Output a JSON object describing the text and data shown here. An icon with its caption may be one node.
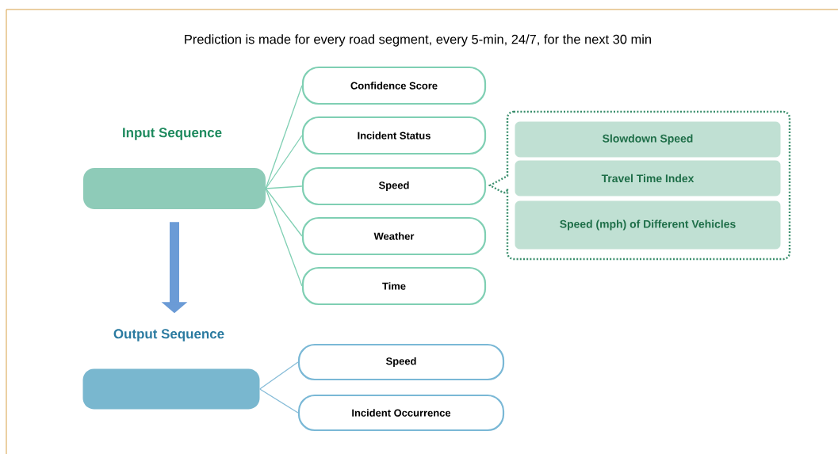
{
  "diagram": {
    "title": "Prediction is made for every road segment, every 5-min, 24/7, for the next 30 min",
    "nodes": [
      {
        "text": [
          "Input Sequence"
        ]
      },
      {
        "text": [
          "Confidence Score"
        ]
      },
      {
        "text": [
          "Incident Status"
        ]
      },
      {
        "text": [
          "Speed"
        ]
      },
      {
        "text": [
          "Weather"
        ]
      },
      {
        "text": [
          "Time"
        ]
      },
      {
        "text": [],
        "shape": "callout"
      },
      {
        "text": [
          "Slowdown Speed"
        ],
        "in": 6
      },
      {
        "text": [
          "Travel Time Index"
        ],
        "in": 6
      },
      {
        "text": [
          "Speed (mph) of Different Vehicles"
        ],
        "in": 6
      },
      {
        "text": [
          "Output Sequence"
        ]
      },
      {
        "text": [
          "Speed"
        ]
      },
      {
        "text": [
          "Incident Occurrence"
        ]
      }
    ],
    "edges": [
      {
        "from": 0,
        "to": 1,
        "arrow": "none"
      },
      {
        "from": 0,
        "to": 2,
        "arrow": "none"
      },
      {
        "from": 0,
        "to": 3,
        "arrow": "none"
      },
      {
        "from": 0,
        "to": 4,
        "arrow": "none"
      },
      {
        "from": 0,
        "to": 5,
        "arrow": "none"
      },
      {
        "from": 0,
        "to": 10,
        "arrow": "to",
        "style": "thick",
        "color": "#6b9bd6"
      },
      {
        "from": 10,
        "to": 11,
        "arrow": "none",
        "color": "#86bcd8"
      },
      {
        "from": 10,
        "to": 12,
        "arrow": "none",
        "color": "#86bcd8"
      }
    ]
  }
}
